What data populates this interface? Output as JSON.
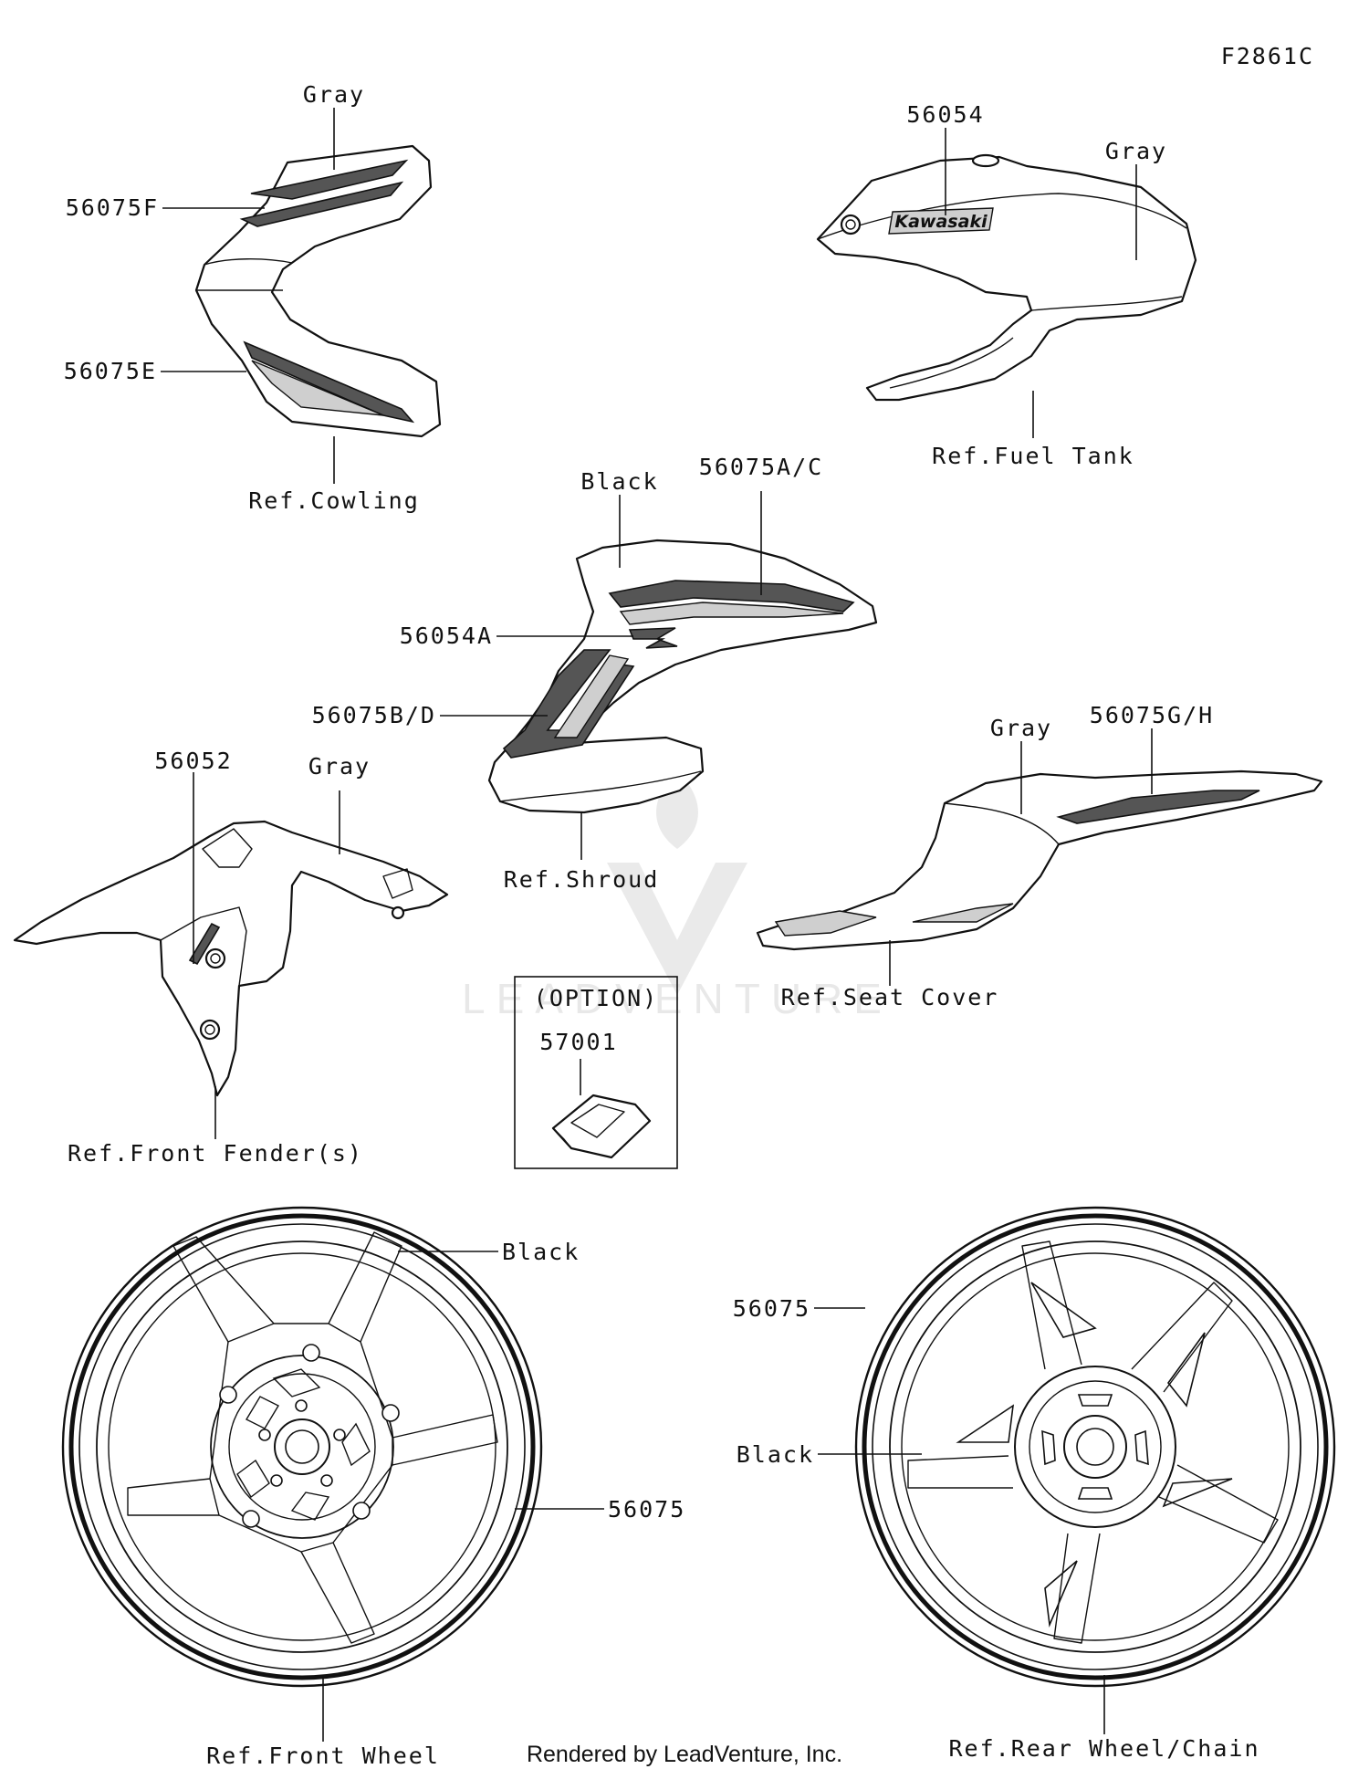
{
  "diagram_code": "F2861C",
  "labels": {
    "cowl_gray": "Gray",
    "cowl_upper": "56075F",
    "cowl_lower": "56075E",
    "cowl_ref": "Ref.Cowling",
    "tank_part": "56054",
    "tank_gray": "Gray",
    "tank_ref": "Ref.Fuel Tank",
    "shroud_black": "Black",
    "shroud_top": "56075A/C",
    "shroud_logo": "56054A",
    "shroud_side": "56075B/D",
    "shroud_ref": "Ref.Shroud",
    "seat_gray": "Gray",
    "seat_part": "56075G/H",
    "seat_ref": "Ref.Seat Cover",
    "fender_part": "56052",
    "fender_gray": "Gray",
    "fender_ref": "Ref.Front Fender(s)",
    "option_title": "(OPTION)",
    "option_part": "57001",
    "fw_black": "Black",
    "fw_part": "56075",
    "fw_ref": "Ref.Front Wheel",
    "rw_part": "56075",
    "rw_black": "Black",
    "rw_ref": "Ref.Rear Wheel/Chain"
  },
  "tank_logo": "Kawasaki",
  "watermark": "LEADVENTURE",
  "footer": "Rendered by LeadVenture, Inc."
}
